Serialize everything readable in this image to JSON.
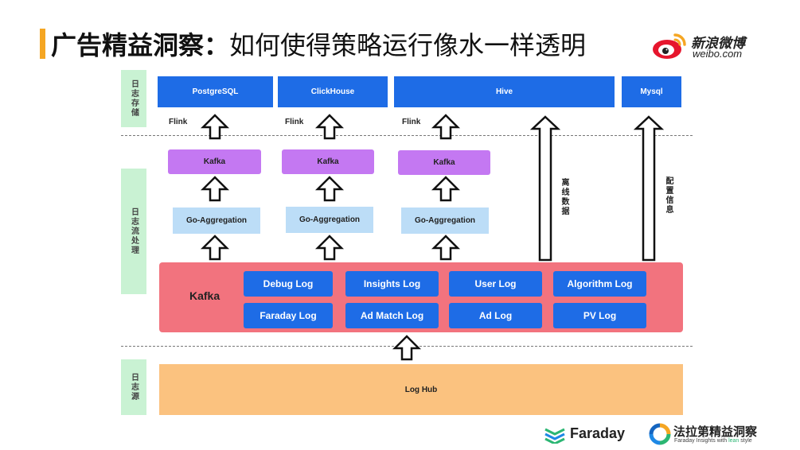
{
  "title": {
    "main": "广告精益洞察：",
    "sub": "如何使得策略运行像水一样透明"
  },
  "weibo": {
    "name": "新浪微博",
    "domain": "weibo.com"
  },
  "sections": {
    "storage": "日志存储",
    "processing": "日志流处理",
    "source": "日志源"
  },
  "storage_boxes": [
    "PostgreSQL",
    "ClickHouse",
    "Hive",
    "Mysql"
  ],
  "flink_labels": [
    "Flink",
    "Flink",
    "Flink"
  ],
  "kafka_small": [
    "Kafka",
    "Kafka",
    "Kafka"
  ],
  "go_aggregation": [
    "Go-Aggregation",
    "Go-Aggregation",
    "Go-Aggregation"
  ],
  "side_labels": {
    "offline": "离线数据",
    "config": "配置信息"
  },
  "kafka_main": "Kafka",
  "logs": [
    "Debug Log",
    "Insights Log",
    "User Log",
    "Algorithm Log",
    "Faraday Log",
    "Ad Match Log",
    "Ad Log",
    "PV Log"
  ],
  "log_hub": "Log Hub",
  "footer": {
    "faraday": "Faraday",
    "cn_name": "法拉第精益洞察",
    "tagline_prefix": "Faraday Insights with ",
    "tagline_accent": "lean",
    "tagline_suffix": " style"
  },
  "colors": {
    "storage_blue": "#1E6CE6",
    "kafka_purple": "#C478F2",
    "go_agg_blue": "#BCDDF7",
    "kafka_red": "#F2737E",
    "loghub_orange": "#FBC27F",
    "label_green": "#C9F2D3",
    "title_accent": "#F5A623"
  }
}
